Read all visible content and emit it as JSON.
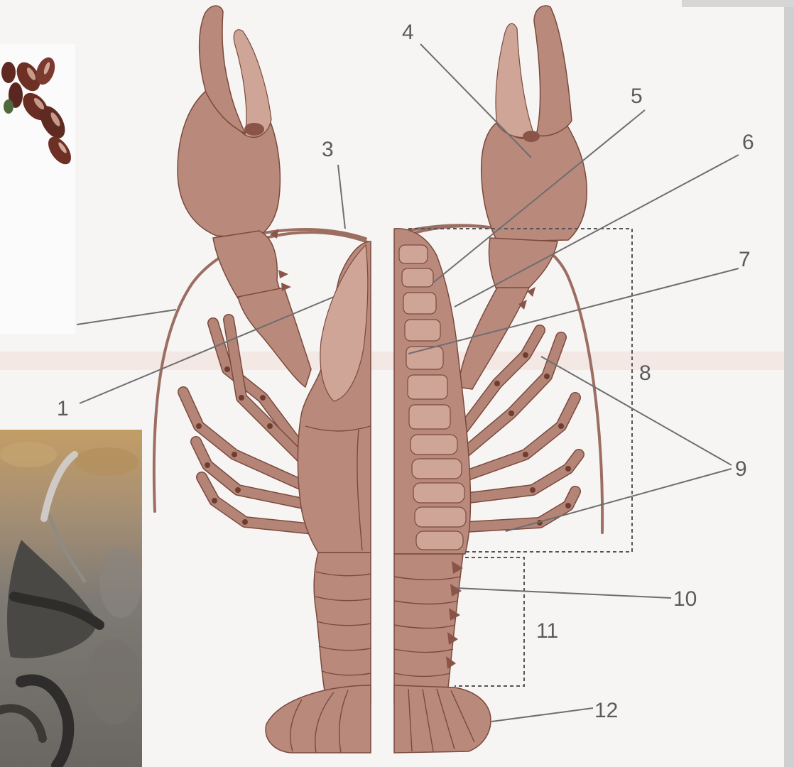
{
  "diagram": {
    "labels": {
      "label_1": "1",
      "label_3": "3",
      "label_4": "4",
      "label_5": "5",
      "label_6": "6",
      "label_7": "7",
      "label_8": "8",
      "label_9": "9",
      "label_10": "10",
      "label_11": "11",
      "label_12": "12"
    }
  },
  "colors": {
    "drawing_fill": "#b9897c",
    "drawing_outline": "#7a4a3d",
    "leader_lines": "#6e6e6e",
    "label_text": "#5a5a5a"
  }
}
